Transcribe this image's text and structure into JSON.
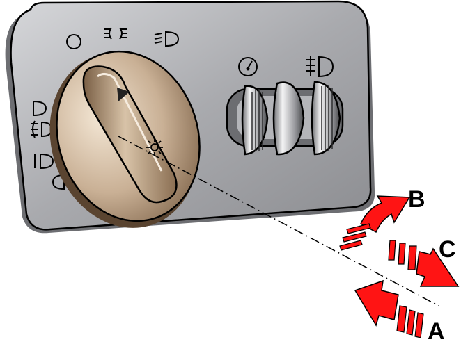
{
  "diagram": {
    "labels": {
      "a": "A",
      "b": "B",
      "c": "C"
    },
    "colors": {
      "panel": "#a9aaae",
      "knob": "#a48a6c",
      "arrow": "#ff1414",
      "outline": "#000000"
    },
    "icons": {
      "knob_positions": [
        "off-position-icon",
        "parking-light-icon",
        "low-beam-icon",
        "rear-fog-light-icon",
        "front-fog-light-icon",
        "side-light-icon",
        "fog-lights-icon"
      ],
      "roller_left": "instrument-dimmer-icon",
      "roller_right": "headlight-range-icon"
    }
  }
}
